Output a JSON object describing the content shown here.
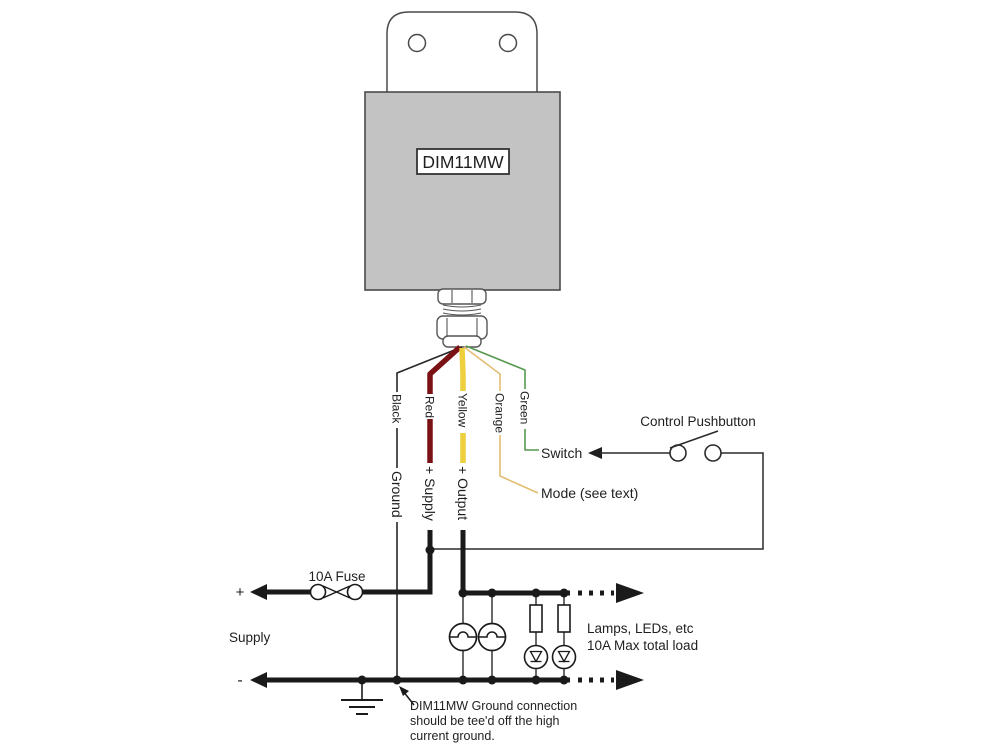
{
  "module": {
    "label": "DIM11MW",
    "box_color": "#c3c3c3"
  },
  "wires": {
    "black": {
      "name": "Black",
      "function": "Ground",
      "color": "#262626"
    },
    "red": {
      "name": "Red",
      "function": "+ Supply",
      "color": "#7a1114"
    },
    "yellow": {
      "name": "Yellow",
      "function": "+ Output",
      "color": "#eecf3e"
    },
    "orange": {
      "name": "Orange",
      "function": "Mode (see text)",
      "color": "#e2bd72"
    },
    "green": {
      "name": "Green",
      "function": "Switch",
      "color": "#55994f"
    }
  },
  "switch_circuit": {
    "label": "Control Pushbutton"
  },
  "supply": {
    "fuse_label": "10A Fuse",
    "plus": "+",
    "minus": "-",
    "label": "Supply"
  },
  "load": {
    "line1": "Lamps, LEDs, etc",
    "line2": "10A Max total load"
  },
  "ground_note": {
    "line1": "DIM11MW Ground connection",
    "line2": "should be tee'd off the high",
    "line3": "current ground."
  }
}
